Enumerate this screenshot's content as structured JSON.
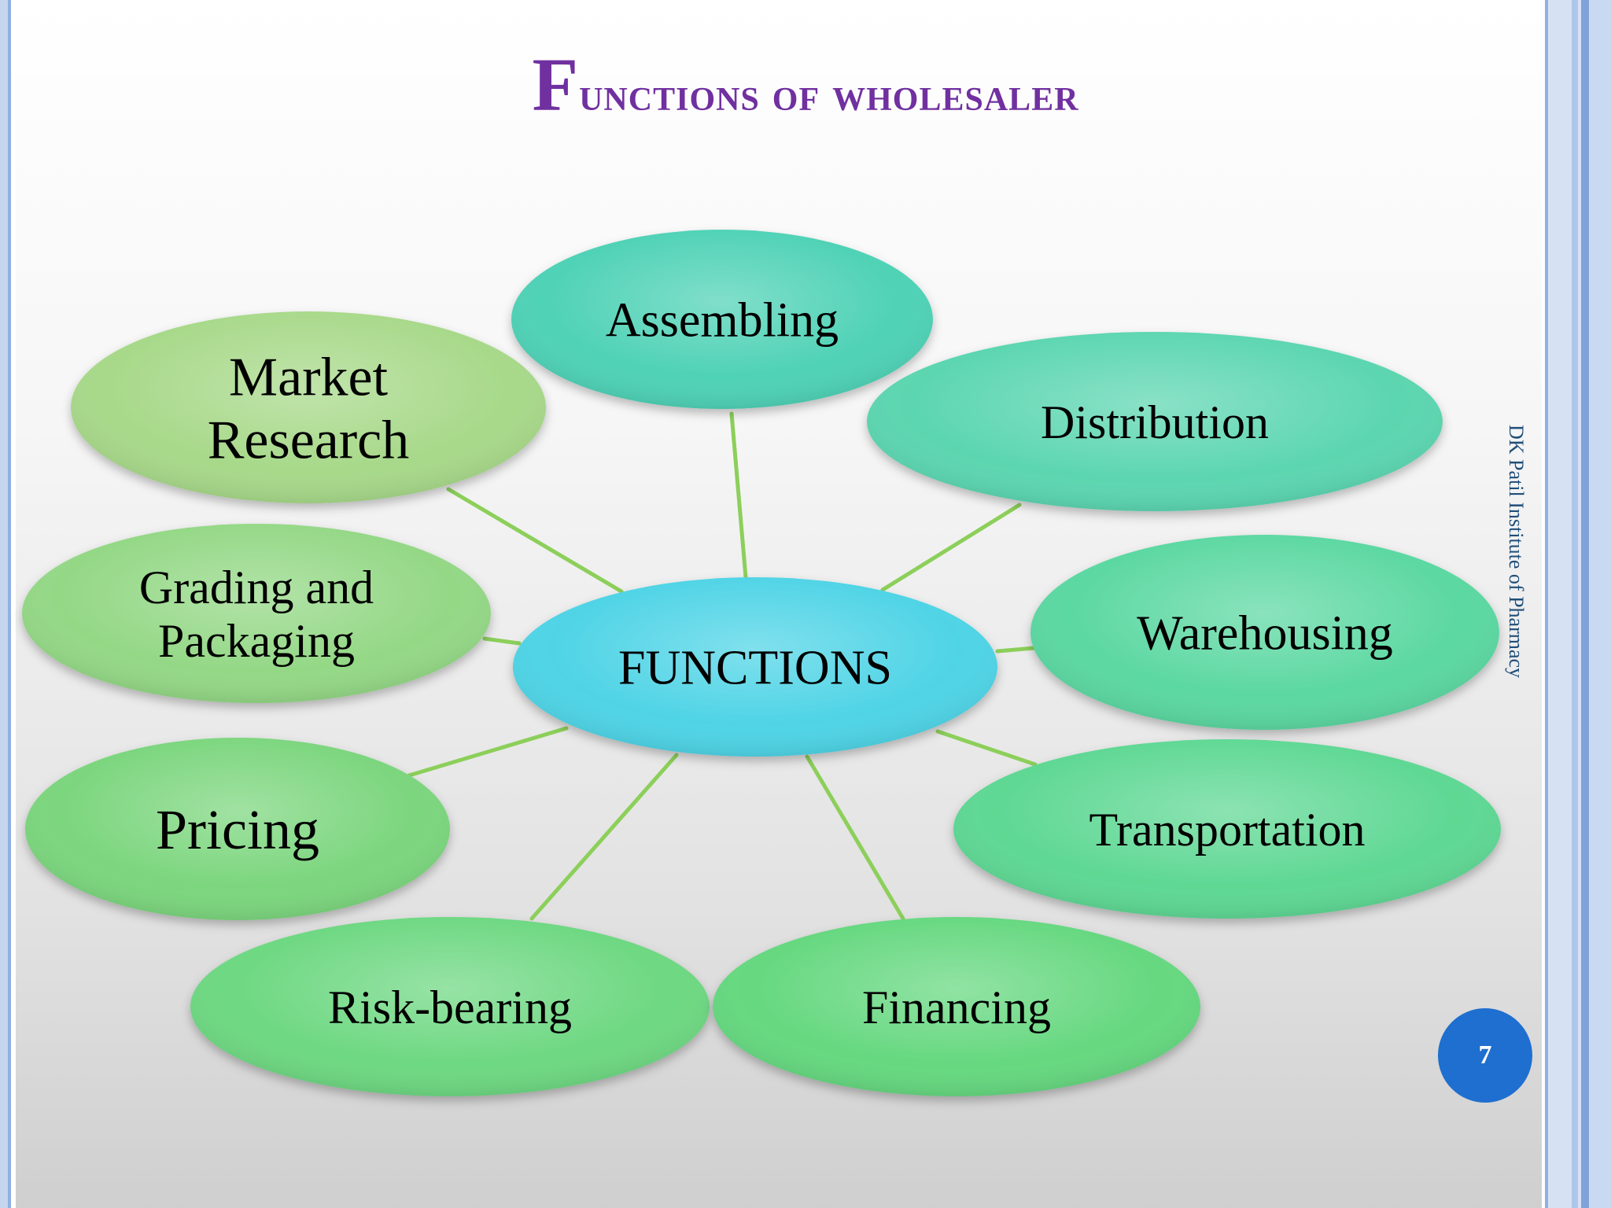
{
  "slide": {
    "title": "Functions of wholesaler",
    "credit": "DK Patil Institute of Pharmacy",
    "page_number": "7"
  },
  "diagram": {
    "center": {
      "label": "FUNCTIONS",
      "color": "#4fd4e6"
    },
    "nodes": [
      {
        "id": "market-research",
        "lines": [
          "Market",
          "Research"
        ],
        "color": "#a8d98a"
      },
      {
        "id": "assembling",
        "lines": [
          "Assembling"
        ],
        "color": "#4fd2b6"
      },
      {
        "id": "distribution",
        "lines": [
          "Distribution"
        ],
        "color": "#5bd6b0"
      },
      {
        "id": "grading-packaging",
        "lines": [
          "Grading and",
          "Packaging"
        ],
        "color": "#94d886"
      },
      {
        "id": "warehousing",
        "lines": [
          "Warehousing"
        ],
        "color": "#5cd8a2"
      },
      {
        "id": "pricing",
        "lines": [
          "Pricing"
        ],
        "color": "#7cd67e"
      },
      {
        "id": "transportation",
        "lines": [
          "Transportation"
        ],
        "color": "#5fd894"
      },
      {
        "id": "risk-bearing",
        "lines": [
          "Risk-bearing"
        ],
        "color": "#6ed882"
      },
      {
        "id": "financing",
        "lines": [
          "Financing"
        ],
        "color": "#66d880"
      }
    ],
    "connector_color": "#8ccf5a"
  }
}
